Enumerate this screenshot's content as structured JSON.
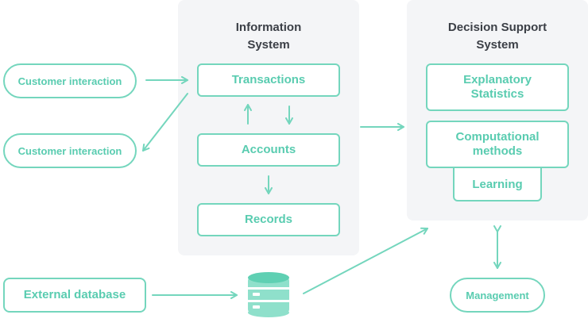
{
  "left_nodes": {
    "customer_interaction_1": "Customer interaction",
    "customer_interaction_2": "Customer interaction",
    "external_database": "External database"
  },
  "information_system": {
    "title": "Information\nSystem",
    "transactions": "Transactions",
    "accounts": "Accounts",
    "records": "Records"
  },
  "decision_support_system": {
    "title": "Decision Support\nSystem",
    "explanatory_statistics": "Explanatory\nStatistics",
    "computational_methods": "Computational\nmethods",
    "learning": "Learning"
  },
  "management": "Management",
  "icons": {
    "database": "database-icon"
  },
  "colors": {
    "accent": "#74d6bd",
    "accent_text": "#59ccb0",
    "panel_bg": "#f4f5f7",
    "title_text": "#3b3f46"
  }
}
